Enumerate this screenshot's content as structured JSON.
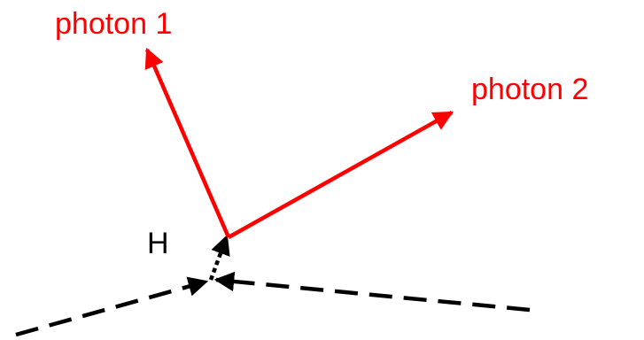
{
  "labels": {
    "photon_1": "photon 1",
    "photon_2": "photon 2",
    "higgs": "H"
  },
  "colors": {
    "photon": "#ff0000",
    "incoming": "#000000",
    "higgs": "#000000",
    "background": "#ffffff"
  }
}
